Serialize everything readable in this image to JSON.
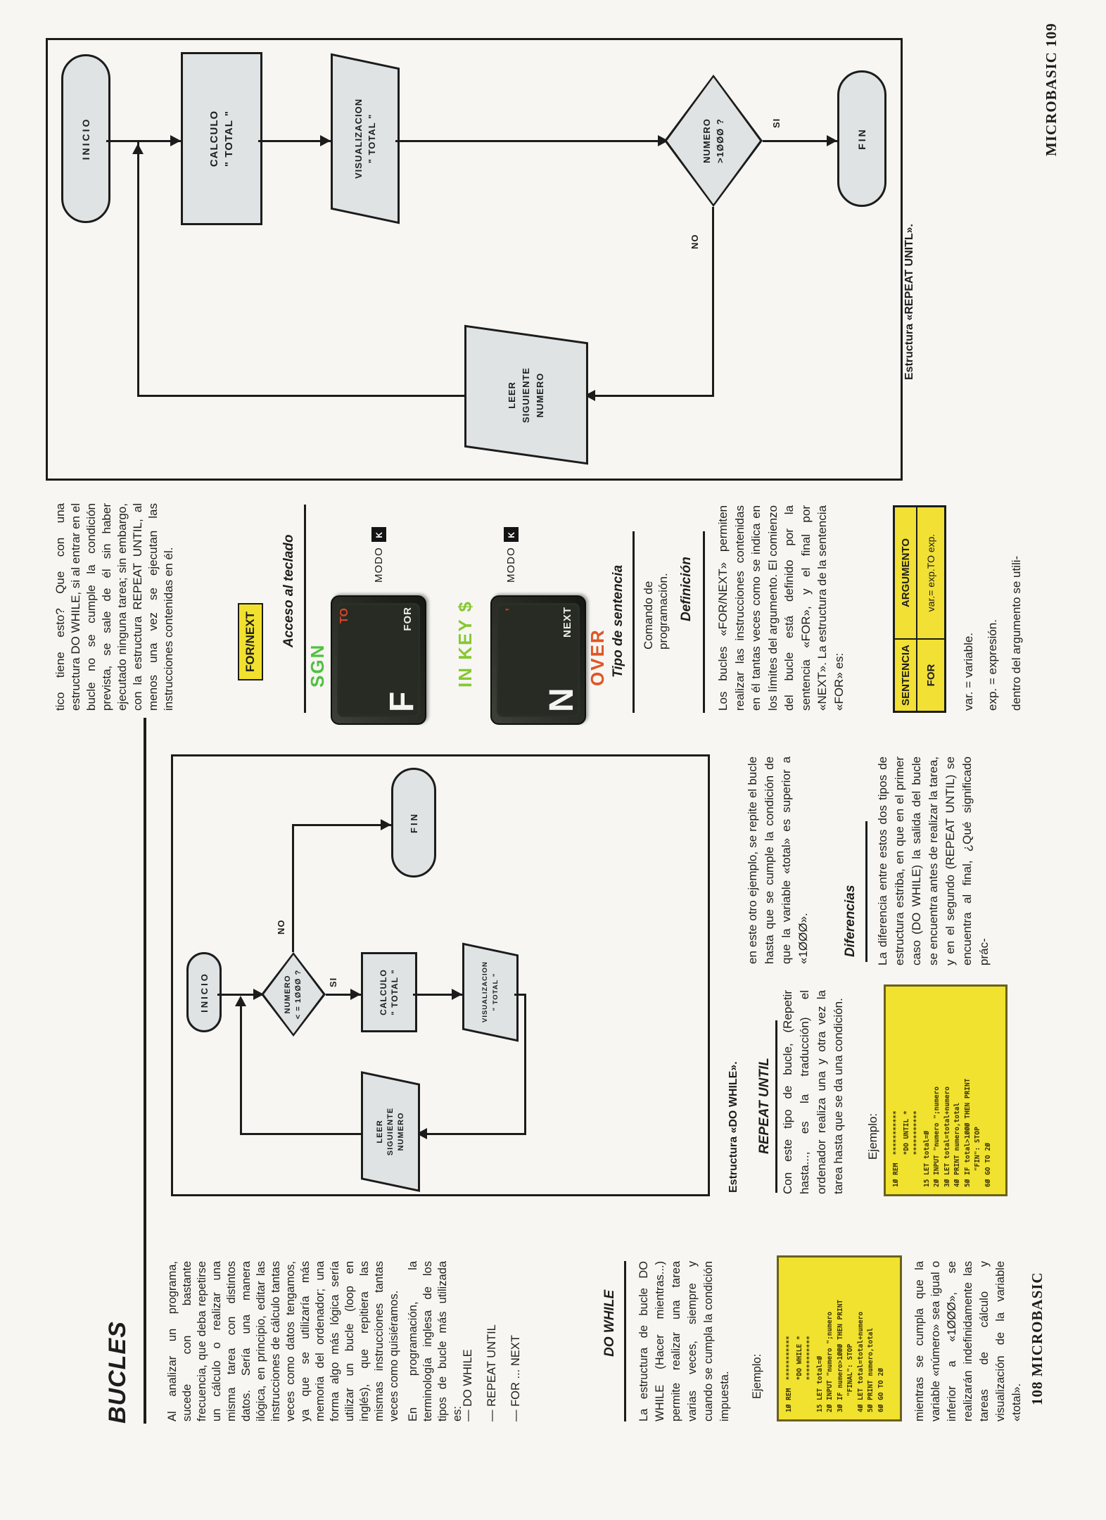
{
  "left": {
    "footer": "108  MICROBASIC",
    "title": "BUCLES",
    "p_intro": "Al analizar un programa, sucede con bastante frecuencia, que deba repetirse un cálculo o realizar una misma tarea con distintos datos. Sería una manera ilógica, en principio, editar las instrucciones de cálculo tantas veces como datos tengamos, ya que se utilizaría más memoria del ordenador; una forma algo más lógica sería utilizar un bucle (loop en inglés), que repitiera las mismas instrucciones tantas veces como quisiéramos.",
    "p_terms": "En programación, la terminología inglesa de los tipos de bucle más utilizada es:",
    "loop_types": [
      "— DO WHILE",
      "— REPEAT UNTIL",
      "— FOR ... NEXT"
    ],
    "dw_heading": "DO WHILE",
    "dw_body": "La estructura de bucle DO WHILE (Hacer mientras...) permite realizar una tarea varias veces, siempre y cuando se cumpla la condición impuesta.",
    "dw_example_label": "Ejemplo:",
    "dw_code": "1Ø REM  ***********\n        *DO WHILE *\n        ***********\n15 LET total=Ø\n2Ø INPUT \"numero \";numero\n3Ø IF numero>1ØØØ THEN PRINT\n    \"FINAL\": STOP\n4Ø LET total=total+numero\n5Ø PRINT numero,total\n6Ø GO TO 2Ø",
    "dw_after_code": "mientras se cumpla que la variable «número» sea igual o inferior a «1ØØØ», se realizarán indefinidamente las tareas de cálculo y visualización de la variable «total».",
    "ru_heading": "REPEAT UNTIL",
    "ru_body": "Con este tipo de bucle, (Repetir hasta..., es la traducción) el ordenador realiza una y otra vez la tarea hasta que se da una condición.",
    "ru_example_label": "Ejemplo:",
    "ru_code": "1Ø REM  ***********\n        *DO UNTIL *\n        ***********\n15 LET total=Ø\n2Ø INPUT \"numero \";numero\n3Ø LET total=total+numero\n4Ø PRINT numero,total\n5Ø IF total>1ØØØ THEN PRINT\n    \"FIN\": STOP\n6Ø GO TO 2Ø",
    "p_other_example": "en este otro ejemplo, se repite el bucle hasta que se cumple la condición de que la variable «total» es superior a «1ØØØ».",
    "dif_heading": "Diferencias",
    "dif_body": "La diferencia entre estos dos tipos de estructura estriba, en que en el primer caso (DO WHILE) la salida del bucle se encuentra antes de realizar la tarea, y en el segundo (REPEAT UNTIL) se encuentra al final, ¿Qué significado prác-",
    "figure": {
      "caption": "Estructura «DO WHILE».",
      "inicio": "INICIO",
      "decision_l1": "NUMERO",
      "decision_l2": "< = 1ØØØ ?",
      "yes": "SI",
      "no": "NO",
      "calc_l1": "CALCULO",
      "calc_l2": "\" TOTAL \"",
      "display_l1": "VISUALIZACION",
      "display_l2": "\" TOTAL \"",
      "read_l1": "LEER",
      "read_l2": "SIGUIENTE",
      "read_l3": "NUMERO",
      "fin": "FIN"
    }
  },
  "right": {
    "p_cont": "tico tiene esto? Que con una estructura DO WHILE, si al entrar en el bucle no se cumple la condición prevista, se sale de él sin haber ejecutado ninguna tarea; sin embargo, con la estructura REPEAT UNTIL, al menos una vez se ejecutan las instrucciones contenidas en él.",
    "badge": "FOR/NEXT",
    "keyboard_heading": "Acceso al teclado",
    "key_f": {
      "green": "SGN",
      "red": "TO",
      "letter": "F",
      "word": "FOR",
      "mode": "MODO",
      "mode_key": "K"
    },
    "key_n": {
      "green": "IN KEY $",
      "red": ",",
      "letter": "N",
      "word": "NEXT",
      "mode": "MODO",
      "mode_key": "K",
      "below": "OVER"
    },
    "sentence_heading": "Tipo de sentencia",
    "sentence_body": "Comando de programación.",
    "definition_heading": "Definición",
    "definition_body": "Los bucles «FOR/NEXT» permiten realizar las instrucciones contenidas en él tantas veces como se indica en los límites del argumento. El comienzo del bucle está definido por la sentencia «FOR», y el final por «NEXT». La estructura de la sentencia «FOR» es:",
    "table": {
      "h1": "SENTENCIA",
      "h2": "ARGUMENTO",
      "r1c1": "FOR",
      "r1c2": "var.= exp.TO exp."
    },
    "var_lines": [
      "var. = variable.",
      "exp. = expresión.",
      "dentro del argumento se utili-"
    ],
    "figure": {
      "caption": "Estructura «REPEAT UNITL».",
      "inicio": "INICIO",
      "calc_l1": "CALCULO",
      "calc_l2": "\" TOTAL \"",
      "display_l1": "VISUALIZACION",
      "display_l2": "\" TOTAL \"",
      "decision_l1": "NUMERO",
      "decision_l2": ">1ØØØ ?",
      "yes": "SI",
      "no": "NO",
      "read_l1": "LEER",
      "read_l2": "SIGUIENTE",
      "read_l3": "NUMERO",
      "fin": "FIN"
    },
    "footer": "MICROBASIC 109"
  }
}
